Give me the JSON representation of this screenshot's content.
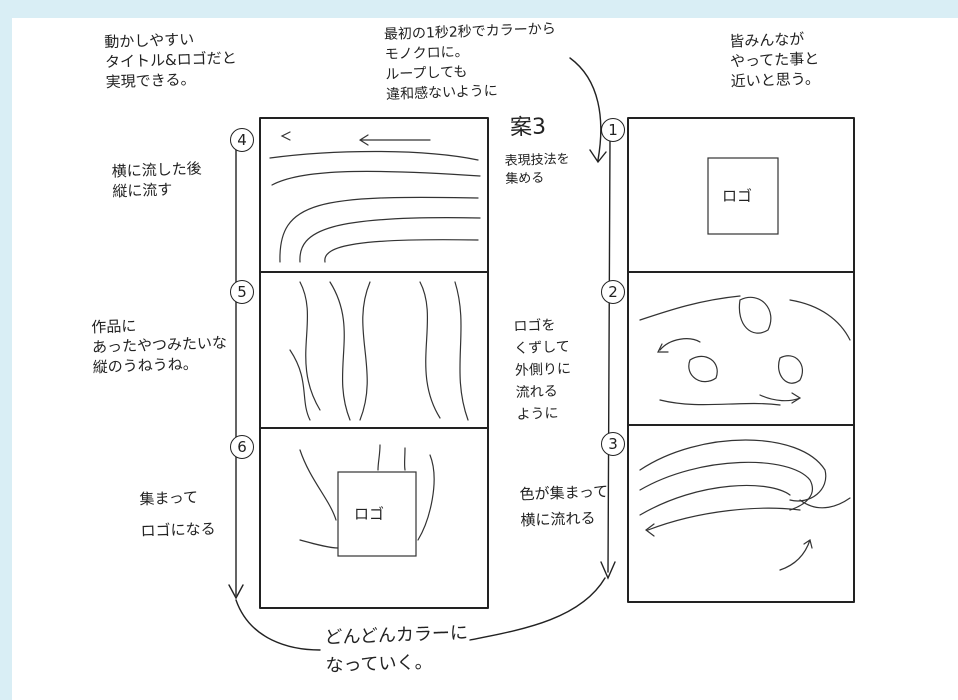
{
  "notes": {
    "top_left": "動かしやすい\nタイトル&ロゴだと\n実現できる。",
    "top_center": "最初の1秒2秒でカラーから\nモノクロに。\nループしても\n違和感ないように",
    "top_right": "皆みんなが\nやってた事と\n近いと思う。",
    "plan_title": "案3",
    "plan_sub": "表現技法を\n集める",
    "step4_note": "横に流した後\n縦に流す",
    "step5_note": "作品に\nあったやつみたいな\n縦のうねうね。",
    "step6_note": "集まって\nロゴになる",
    "step2_note": "ロゴを\nくずして\n外側りに\n流れる\nように",
    "step3_note": "色が集まって\n横に流れる",
    "bottom_note": "どんどんカラーに\nなっていく。"
  },
  "steps": {
    "s1": "1",
    "s2": "2",
    "s3": "3",
    "s4": "4",
    "s5": "5",
    "s6": "6"
  },
  "logos": {
    "right_top": "ロゴ",
    "left_bottom": "ロゴ"
  }
}
